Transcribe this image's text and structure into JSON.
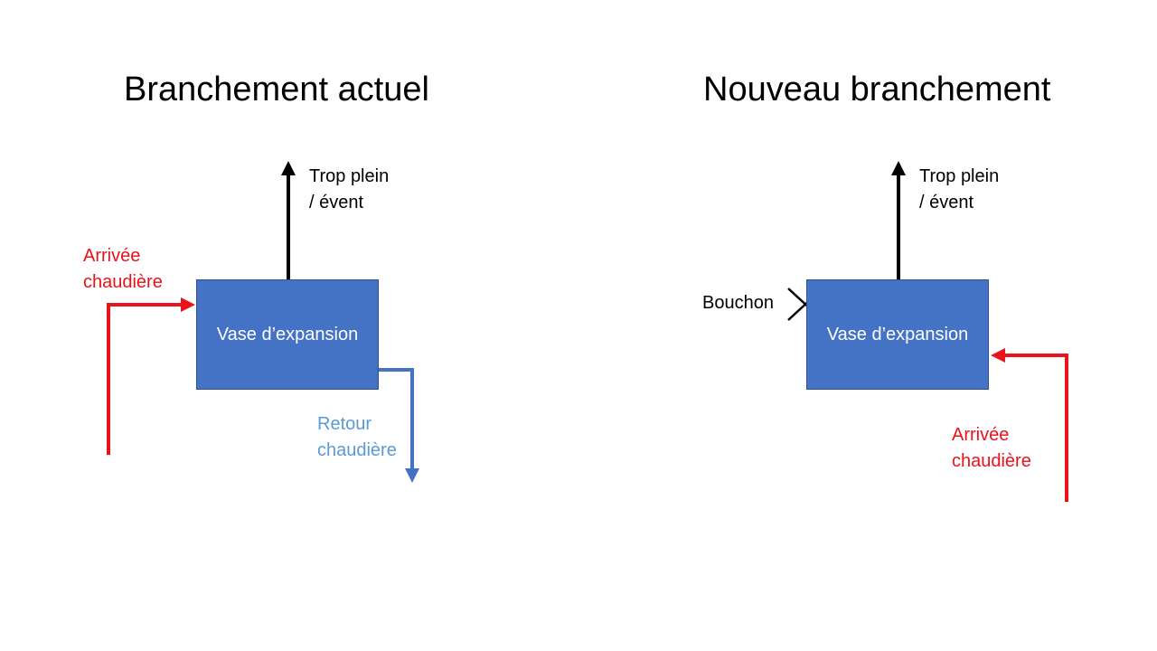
{
  "left": {
    "title": "Branchement actuel",
    "tank_label": "Vase d’expansion",
    "overflow_label": "Trop plein\n/ évent",
    "inlet_label": "Arrivée\nchaudière",
    "return_label": "Retour\nchaudière"
  },
  "right": {
    "title": "Nouveau branchement",
    "tank_label": "Vase d’expansion",
    "overflow_label": "Trop plein\n/ évent",
    "plug_label": "Bouchon",
    "inlet_label": "Arrivée\nchaudière"
  },
  "colors": {
    "tank": "#4472c4",
    "inlet": "#e8131b",
    "return": "#4472c4",
    "overflow": "#000000"
  },
  "icons": [
    "arrow-up-icon",
    "arrow-right-icon",
    "arrow-down-icon",
    "arrow-left-icon",
    "cross-icon"
  ]
}
